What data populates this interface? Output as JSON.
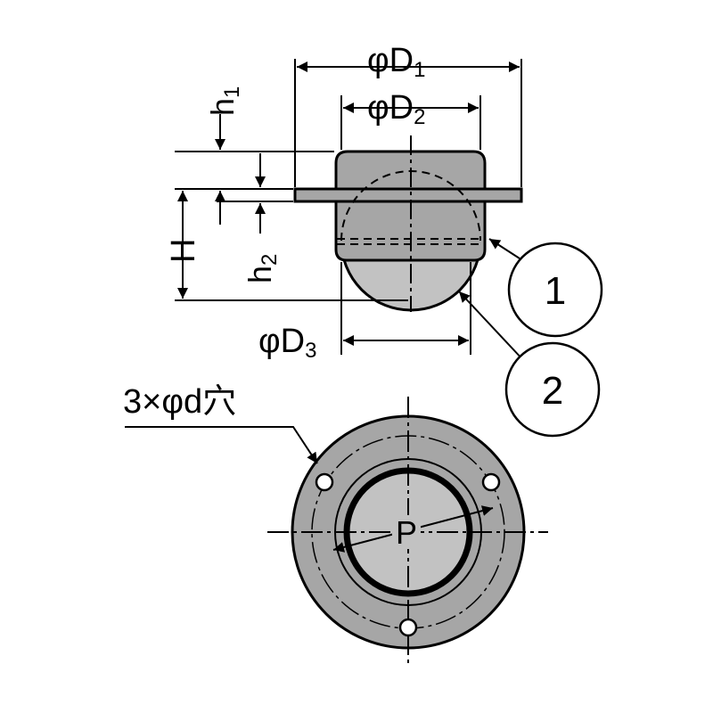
{
  "dimensions": {
    "D1": {
      "main": "φD",
      "sub": "1"
    },
    "D2": {
      "main": "φD",
      "sub": "2"
    },
    "D3": {
      "main": "φD",
      "sub": "3"
    },
    "h1": {
      "main": "h",
      "sub": "1"
    },
    "h2": {
      "main": "h",
      "sub": "2"
    },
    "H": {
      "main": "H"
    }
  },
  "callouts": {
    "part1": "1",
    "part2": "2"
  },
  "bottom_view": {
    "hole_note": "3×φd穴",
    "pitch_label": "P"
  },
  "colors": {
    "body_fill": "#a6a6a6",
    "ball_fill": "#c2c2c2",
    "line": "#000000",
    "background": "#ffffff"
  }
}
